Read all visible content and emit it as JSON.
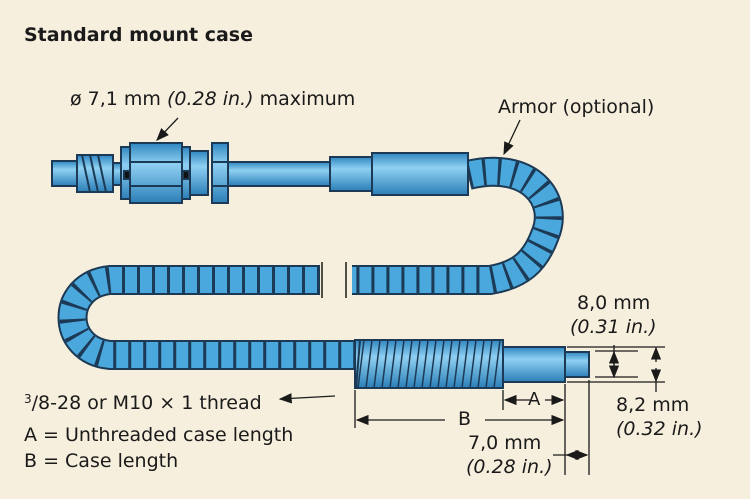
{
  "title": "Standard mount case",
  "labels": {
    "diameter_mm": "ø 7,1 mm",
    "diameter_in": "(0.28 in.)",
    "diameter_suffix": "maximum",
    "armor": "Armor (optional)",
    "thread_sup": "3",
    "thread": "/8-28 or M10 × 1 thread",
    "legend_a": "A = Unthreaded case length",
    "legend_b": "B = Case length",
    "dim_a": "A",
    "dim_b": "B",
    "tip_mm": "8,0 mm",
    "tip_in": "(0.31 in.)",
    "body_mm": "8,2 mm",
    "body_in": "(0.32 in.)",
    "len_mm": "7,0 mm",
    "len_in": "(0.28 in.)"
  },
  "colors": {
    "background": "#f6efdd",
    "part": "#4aa8dc",
    "outline": "#1c3a55"
  }
}
